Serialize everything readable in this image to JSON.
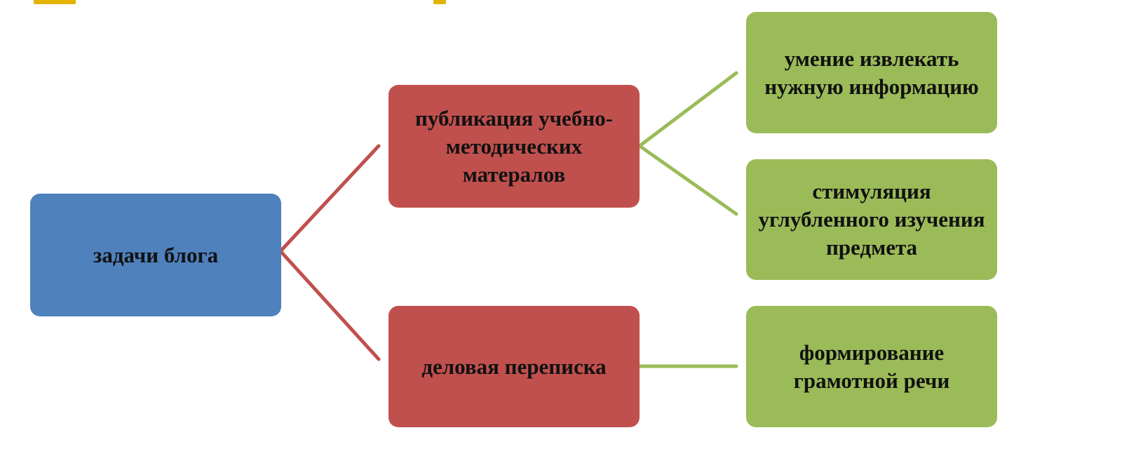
{
  "colors": {
    "root": "#4f81bd",
    "level1": "#c0504d",
    "level2": "#9bbb59",
    "accent_top": "#e2b400",
    "text": "#111111"
  },
  "diagram": {
    "root": {
      "label": "задачи блога"
    },
    "level1": [
      {
        "label": "публикация учебно-методических матералов"
      },
      {
        "label": "деловая переписка"
      }
    ],
    "level2": [
      {
        "label": "умение извлекать нужную информацию"
      },
      {
        "label": "стимуляция углубленного изучения предмета"
      },
      {
        "label": "формирование грамотной речи"
      }
    ]
  }
}
